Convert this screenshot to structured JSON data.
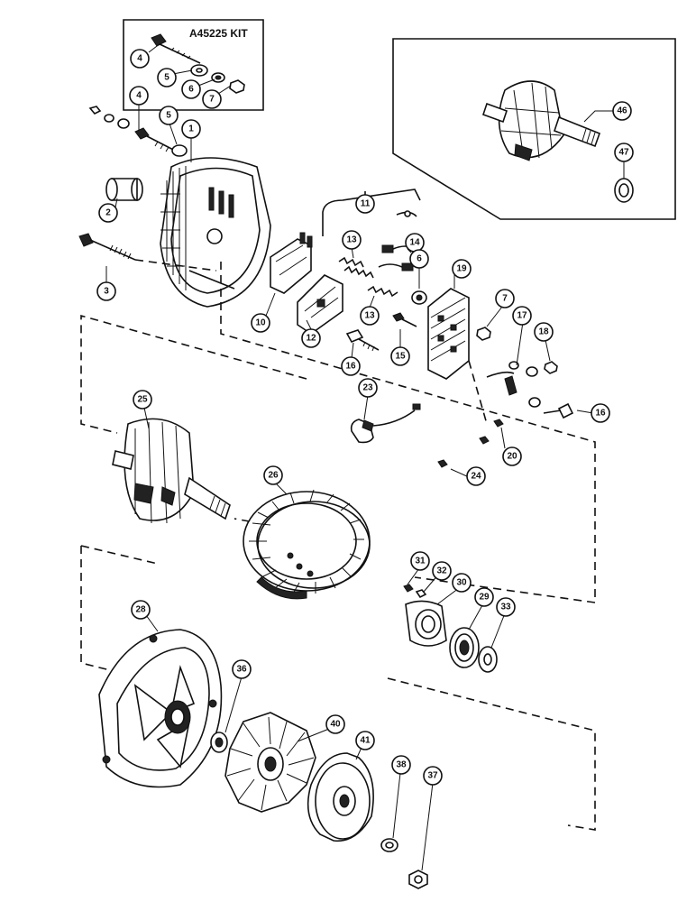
{
  "kit_label": "A45225 KIT",
  "callouts": [
    "4",
    "5",
    "6",
    "7",
    "4",
    "5",
    "1",
    "2",
    "3",
    "10",
    "11",
    "12",
    "13",
    "13",
    "14",
    "6",
    "19",
    "15",
    "16",
    "7",
    "17",
    "18",
    "16",
    "23",
    "20",
    "24",
    "25",
    "26",
    "31",
    "32",
    "30",
    "29",
    "33",
    "28",
    "36",
    "40",
    "41",
    "38",
    "37",
    "46",
    "47"
  ]
}
